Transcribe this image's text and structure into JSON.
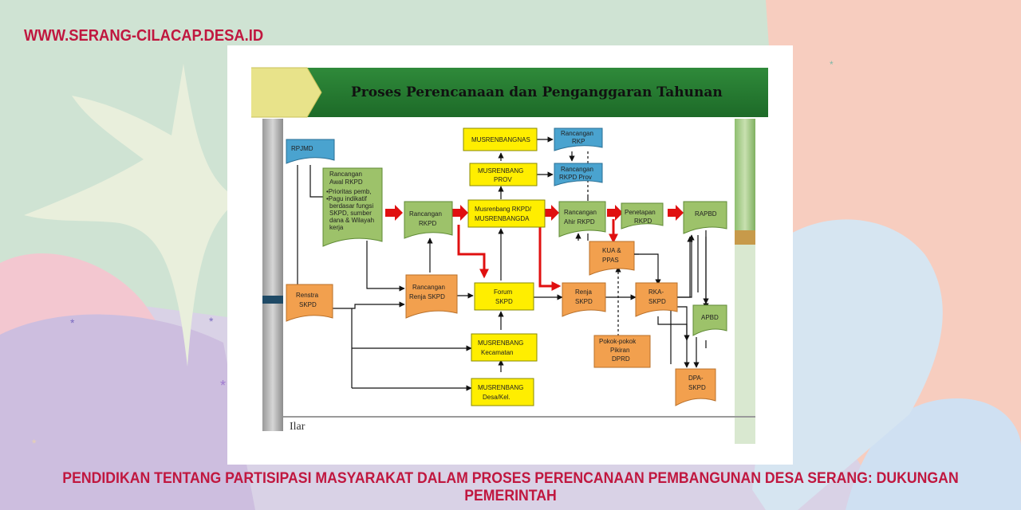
{
  "site": {
    "url": "WWW.SERANG-CILACAP.DESA.ID"
  },
  "caption": "PENDIDIKAN TENTANG PARTISIPASI MASYARAKAT DALAM PROSES PERENCANAAN PEMBANGUNAN DESA SERANG: DUKUNGAN PEMERINTAH",
  "diagram": {
    "title": "Proses Perencanaan dan Penganggaran Tahunan",
    "footer_label": "Ilar",
    "nodes": {
      "rpjmd": "RPJMD",
      "rancangan_awal_rkpd": [
        "Rancangan",
        "Awal RKPD"
      ],
      "rancangan_awal_rkpd_notes": [
        "•Prioritas pemb,",
        "•Pagu indikatif",
        "berdasar fungsi",
        "SKPD, sumber",
        "dana & Wilayah",
        "kerja"
      ],
      "renstra_skpd": [
        "Renstra",
        "SKPD"
      ],
      "rancangan_rkpd": [
        "Rancangan",
        "RKPD"
      ],
      "rancangan_renja_skpd": [
        "Rancangan",
        "Renja SKPD"
      ],
      "musrenbangnas": "MUSRENBANGNAS",
      "musrenbang_prov": [
        "MUSRENBANG",
        "PROV"
      ],
      "musrenbang_rkpd": [
        "Musrenbang RKPD/",
        "MUSRENBANGDA"
      ],
      "forum_skpd": [
        "Forum",
        "SKPD"
      ],
      "musrenbang_kecamatan": [
        "MUSRENBANG",
        "Kecamatan"
      ],
      "musrenbang_desa": [
        "MUSRENBANG",
        "Desa/Kel."
      ],
      "rancangan_rkp": [
        "Rancangan",
        "RKP"
      ],
      "rancangan_rkpd_prov": [
        "Rancangan",
        "RKPD Prov"
      ],
      "rancangan_ahir_rkpd": [
        "Rancangan",
        "Ahir RKPD"
      ],
      "renja_skpd": [
        "Renja",
        "SKPD"
      ],
      "kua_ppas": [
        "KUA &",
        "PPAS"
      ],
      "pokok_pikiran": [
        "Pokok-pokok",
        "Pikiran",
        "DPRD"
      ],
      "penetapan_rkpd": [
        "Penetapan",
        "RKPD"
      ],
      "rka_skpd": [
        "RKA-",
        "SKPD"
      ],
      "rapbd": "RAPBD",
      "apbd": "APBD",
      "dpa_skpd": [
        "DPA-",
        "SKPD"
      ]
    }
  }
}
